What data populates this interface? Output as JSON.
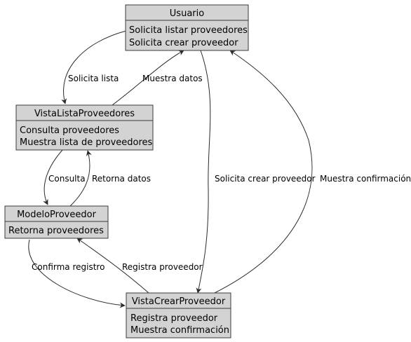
{
  "nodes": {
    "usuario": {
      "title": "Usuario",
      "items": [
        "Solicita listar proveedores",
        "Solicita crear proveedor"
      ]
    },
    "vista_lista": {
      "title": "VistaListaProveedores",
      "items": [
        "Consulta proveedores",
        "Muestra lista de proveedores"
      ]
    },
    "modelo": {
      "title": "ModeloProveedor",
      "items": [
        "Retorna proveedores"
      ]
    },
    "vista_crear": {
      "title": "VistaCrearProveedor",
      "items": [
        "Registra proveedor",
        "Muestra confirmación"
      ]
    }
  },
  "edges": {
    "solicita_lista": "Solicita lista",
    "muestra_datos": "Muestra datos",
    "consulta": "Consulta",
    "retorna_datos": "Retorna datos",
    "solicita_crear": "Solicita crear proveedor",
    "muestra_confirmacion": "Muestra confirmación",
    "confirma_registro": "Confirma registro",
    "registra_proveedor": "Registra proveedor"
  }
}
